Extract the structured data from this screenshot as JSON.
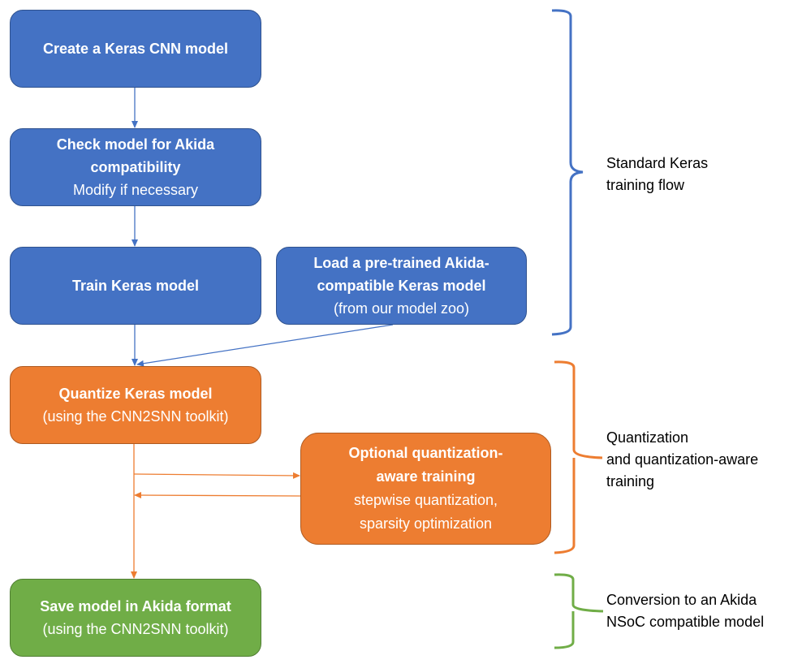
{
  "colors": {
    "blue": "#4472c4",
    "orange": "#ed7d31",
    "green": "#70ad47",
    "text_on_box": "#ffffff",
    "label_text": "#000000"
  },
  "nodes": {
    "create": {
      "title": "Create a Keras CNN model",
      "subtitle": ""
    },
    "check": {
      "title_line1": "Check model for Akida",
      "title_line2": "compatibility",
      "subtitle": "Modify if necessary"
    },
    "train": {
      "title": "Train Keras model"
    },
    "pretrained": {
      "title_line1": "Load a pre-trained Akida-",
      "title_line2": "compatible Keras model",
      "subtitle": "(from our model zoo)"
    },
    "quantize": {
      "title": "Quantize Keras model",
      "subtitle": "(using the CNN2SNN toolkit)"
    },
    "optional": {
      "title_line1": "Optional quantization-",
      "title_line2": "aware training",
      "subtitle_line1": "stepwise quantization,",
      "subtitle_line2": "sparsity optimization"
    },
    "save": {
      "title": "Save model in Akida format",
      "subtitle": "(using the CNN2SNN toolkit)"
    }
  },
  "edges": [
    {
      "from": "create",
      "to": "check"
    },
    {
      "from": "check",
      "to": "train"
    },
    {
      "from": "train",
      "to": "quantize"
    },
    {
      "from": "pretrained",
      "to": "quantize"
    },
    {
      "from": "quantize",
      "to": "optional"
    },
    {
      "from": "optional",
      "to": "quantize"
    },
    {
      "from": "quantize",
      "to": "save"
    }
  ],
  "groups": {
    "standard": {
      "line1": "Standard Keras",
      "line2": "training flow",
      "color": "#4472c4"
    },
    "quantization": {
      "line1": "Quantization",
      "line2": "and quantization-aware",
      "line3": "training",
      "color": "#ed7d31"
    },
    "conversion": {
      "line1": "Conversion to an Akida",
      "line2": "NSoC compatible model",
      "color": "#70ad47"
    }
  }
}
